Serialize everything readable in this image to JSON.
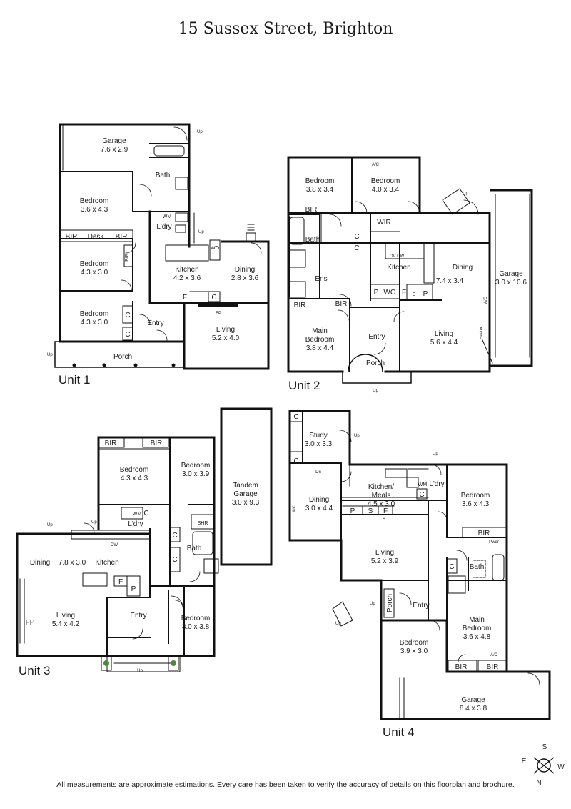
{
  "title": "15 Sussex Street, Brighton",
  "disclaimer": "All measurements are approximate estimations. Every care has been taken to verify the accuracy of details on this floorplan and brochure.",
  "compass": {
    "s": "S",
    "e": "E",
    "w": "W",
    "n": "N"
  },
  "units": {
    "u1": {
      "name": "Unit 1",
      "garage": {
        "name": "Garage",
        "size": "7.6 x 2.9"
      },
      "bath": "Bath",
      "bed1": {
        "name": "Bedroom",
        "size": "3.6 x 4.3"
      },
      "bed2": {
        "name": "Bedroom",
        "size": "4.3 x 3.0"
      },
      "bed3": {
        "name": "Bedroom",
        "size": "4.3 x 3.0"
      },
      "bir": "BIR",
      "desk": "Desk",
      "c": "C",
      "wm": "WM",
      "wo": "WO",
      "ldry": "L'dry",
      "kitchen": {
        "name": "Kitchen",
        "size": "4.2 x 3.6"
      },
      "dining": {
        "name": "Dining",
        "size": "2.8 x 3.6"
      },
      "living": {
        "name": "Living",
        "size": "5.2 x 4.0"
      },
      "entry": "Entry",
      "porch": "Porch",
      "f": "F",
      "fp": "FP",
      "up": "Up"
    },
    "u2": {
      "name": "Unit 2",
      "bed1": {
        "name": "Bedroom",
        "size": "3.8 x 3.4"
      },
      "bed2": {
        "name": "Bedroom",
        "size": "4.0 x 3.4"
      },
      "ac": "A/C",
      "bir": "BIR",
      "wir": "WIR",
      "bath": "Bath",
      "c": "C",
      "ens": "Ens",
      "ov_dw": "OV DW",
      "kitchen": "Kitchen",
      "kd_size": "7.4 x 3.4",
      "dining": "Dining",
      "p": "P",
      "wo": "WO",
      "f": "F",
      "s": "S",
      "main": {
        "name1": "Main",
        "name2": "Bedroom",
        "size": "3.8 x 4.4"
      },
      "entry": "Entry",
      "living": {
        "name": "Living",
        "size": "5.6 x 4.4"
      },
      "garage": {
        "name": "Garage",
        "size": "3.0 x 10.6"
      },
      "heater": "Heater",
      "porch": "Porch",
      "up": "Up"
    },
    "u3": {
      "name": "Unit 3",
      "bir": "BIR",
      "bed1": {
        "name": "Bedroom",
        "size": "4.3 x 4.3"
      },
      "bed2": {
        "name": "Bedroom",
        "size": "3.0 x 3.9"
      },
      "tandem": {
        "name1": "Tandem",
        "name2": "Garage",
        "size": "3.0 x 9.3"
      },
      "wm": "WM",
      "c": "C",
      "ldry": "L'dry",
      "dw": "DW",
      "shr": "SHR",
      "dining": "Dining",
      "kd_size": "7.8 x 3.0",
      "kitchen": "Kitchen",
      "bath": "Bath",
      "f": "F",
      "p": "P",
      "living": {
        "name": "Living",
        "size": "5.4 x 4.2"
      },
      "fp": "FP",
      "entry": "Entry",
      "bed3": {
        "name": "Bedroom",
        "size": "3.0 x 3.8"
      },
      "up": "Up"
    },
    "u4": {
      "name": "Unit 4",
      "c": "C",
      "study": {
        "name": "Study",
        "size": "3.0 x 3.3"
      },
      "dn": "Dn",
      "up": "Up",
      "kitchen": {
        "name1": "Kitchen/",
        "name2": "Meals",
        "size": "4.5 x 3.0"
      },
      "wm": "WM",
      "ldry": "L'dry",
      "dining": {
        "name": "Dining",
        "size": "3.0 x 4.4"
      },
      "ac": "A/C",
      "p": "P",
      "s": "S",
      "f": "F",
      "bed1": {
        "name": "Bedroom",
        "size": "3.6 x 4.3"
      },
      "bir": "BIR",
      "living": {
        "name": "Living",
        "size": "5.2 x 3.9"
      },
      "pwdr": "Pwdr",
      "bath": "Bath",
      "porch": "Porch",
      "entry": "Entry",
      "main": {
        "name1": "Main",
        "name2": "Bedroom",
        "size": "3.6 x 4.8"
      },
      "bed2": {
        "name": "Bedroom",
        "size": "3.9 x 3.0"
      },
      "garage": {
        "name": "Garage",
        "size": "8.4 x 3.8"
      }
    }
  }
}
